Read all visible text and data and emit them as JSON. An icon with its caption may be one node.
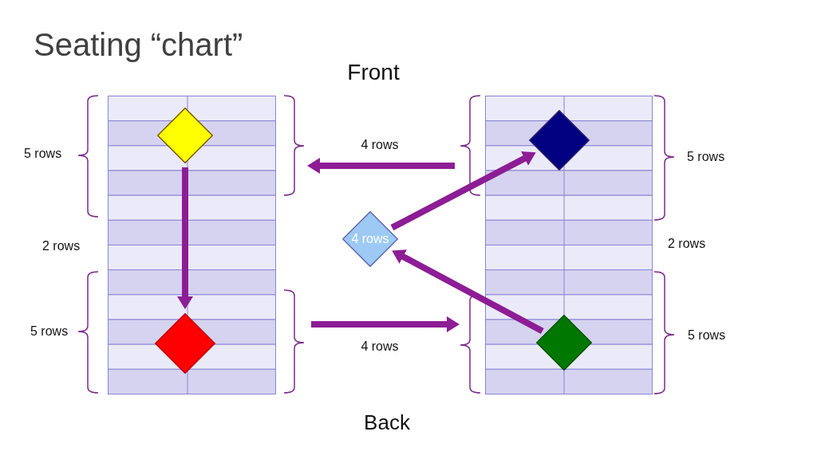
{
  "diagram": {
    "title": "Seating “chart”",
    "nodes": [
      {
        "text": [],
        "shape": "diamond"
      },
      {
        "text": [],
        "shape": "diamond"
      },
      {
        "text": [
          "4 rows"
        ]
      },
      {
        "text": [],
        "shape": "diamond"
      },
      {
        "text": [],
        "shape": "diamond"
      }
    ],
    "edges": [
      {
        "from": 0,
        "to": 3,
        "arrow": "to"
      },
      {
        "from": 2,
        "to": 1,
        "arrow": "to"
      },
      {
        "from": 4,
        "to": 2,
        "arrow": "to"
      }
    ],
    "labels": [
      "Front",
      "5 rows",
      "4 rows",
      "5 rows",
      "2 rows",
      "2 rows",
      "5 rows",
      "4 rows",
      "5 rows",
      "Back"
    ]
  }
}
